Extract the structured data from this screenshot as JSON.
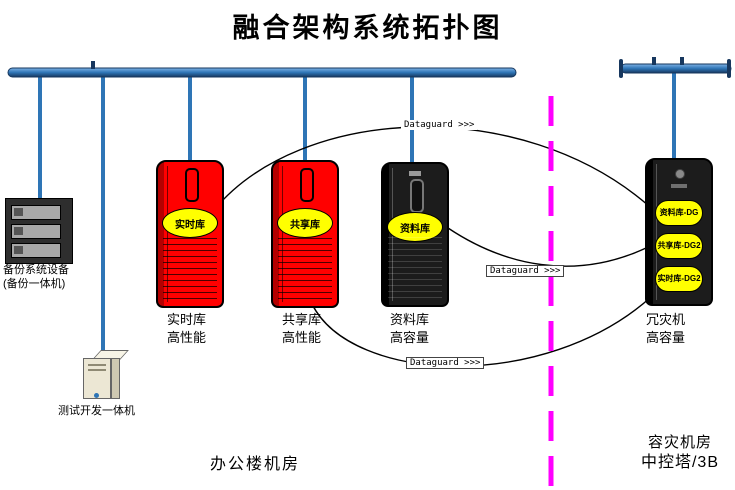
{
  "title": "融合架构系统拓扑图",
  "backup_device": {
    "line1": "备份系统设备",
    "line2": "(备份一体机)"
  },
  "test_device": {
    "label": "测试开发一体机"
  },
  "servers": [
    {
      "badge": "实时库",
      "name": "实时库",
      "spec": "高性能"
    },
    {
      "badge": "共享库",
      "name": "共享库",
      "spec": "高性能"
    },
    {
      "badge": "资料库",
      "name": "资料库",
      "spec": "高容量"
    }
  ],
  "dr_server": {
    "badges": [
      "资料库-DG",
      "共享库-DG2",
      "实时库-DG2"
    ],
    "name": "冗灾机",
    "spec": "高容量"
  },
  "dataguard": {
    "top": "Dataguard >>>",
    "middle": "Dataguard >>>",
    "bottom": "Dataguard >>>"
  },
  "rooms": {
    "office": "办公楼机房",
    "dr_line1": "容灾机房",
    "dr_line2": "中控塔/3B"
  },
  "colors": {
    "bus_blue": "#2E75B6",
    "bus_dark": "#17375E",
    "server_red": "#FF0000",
    "server_black": "#1C1C1C",
    "badge_yellow": "#FFFF00",
    "divider_magenta": "#FF00FF"
  }
}
